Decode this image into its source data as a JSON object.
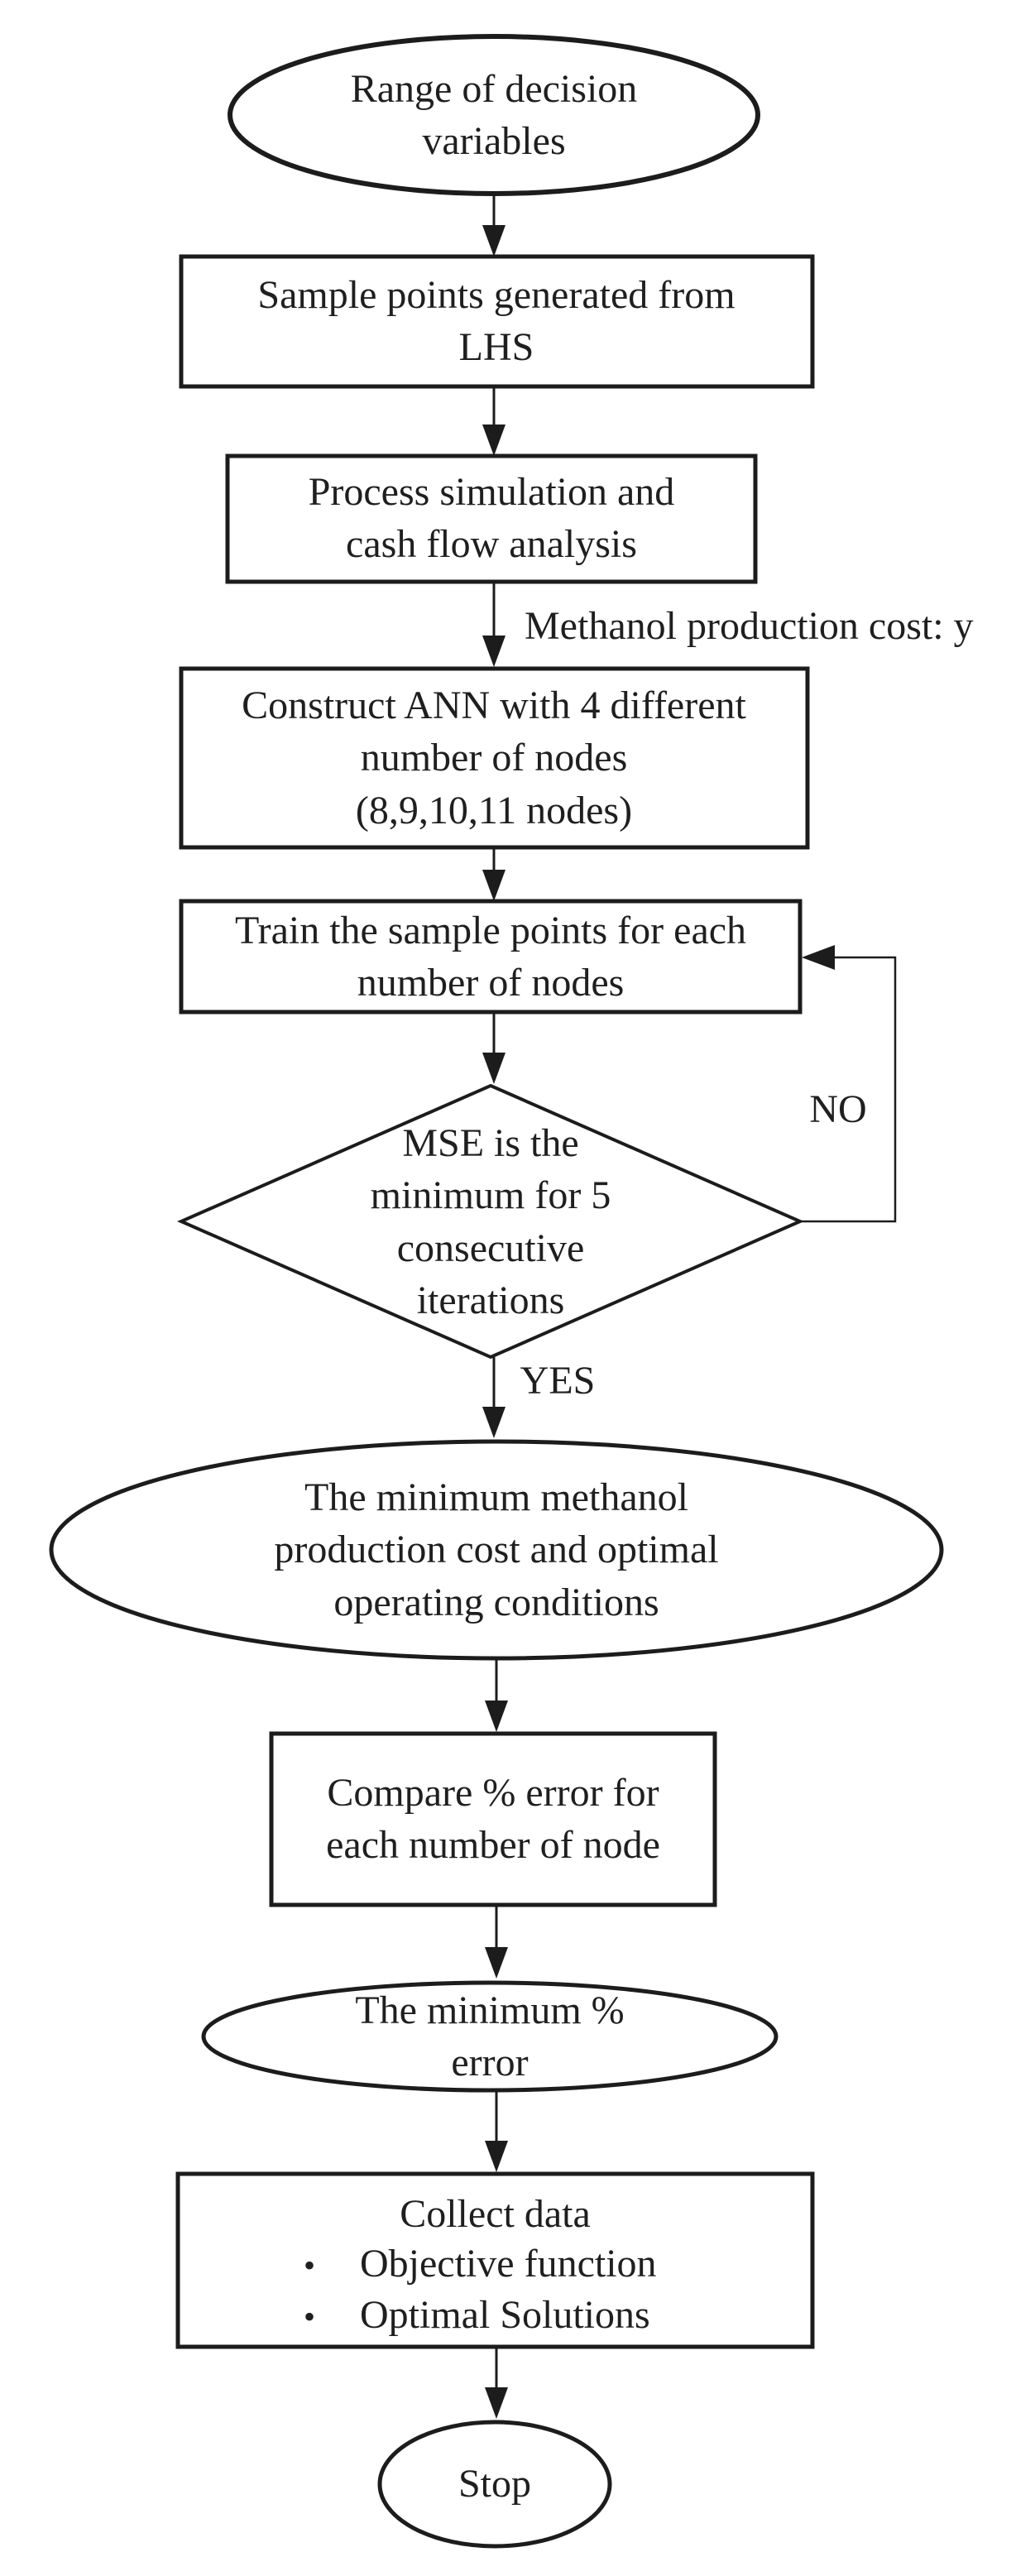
{
  "flowchart": {
    "nodes": {
      "start": {
        "label": "Range of decision\nvariables"
      },
      "lhs": {
        "label": "Sample points generated from\nLHS"
      },
      "simulation": {
        "label": "Process simulation and\ncash flow analysis"
      },
      "ann": {
        "label": "Construct ANN with 4 different\nnumber of nodes\n(8,9,10,11 nodes)"
      },
      "train": {
        "label": "Train the sample points for each\nnumber of nodes"
      },
      "mse_decision": {
        "label": "MSE is the\nminimum for 5\nconsecutive\niterations"
      },
      "result": {
        "label": "The minimum methanol\nproduction cost and optimal\noperating conditions"
      },
      "compare": {
        "label": "Compare % error for\neach number of node"
      },
      "min_error": {
        "label": "The minimum %\nerror"
      },
      "collect": {
        "title": "Collect data",
        "bullet_char": "•",
        "bullets": [
          "Objective function",
          "Optimal Solutions"
        ]
      },
      "stop": {
        "label": "Stop"
      }
    },
    "edges": {
      "sim_to_ann_label": "Methanol production cost: y",
      "decision_no": "NO",
      "decision_yes": "YES"
    },
    "colors": {
      "stroke": "#1c1c1c",
      "text": "#1f1f1f",
      "background": "#ffffff"
    }
  }
}
